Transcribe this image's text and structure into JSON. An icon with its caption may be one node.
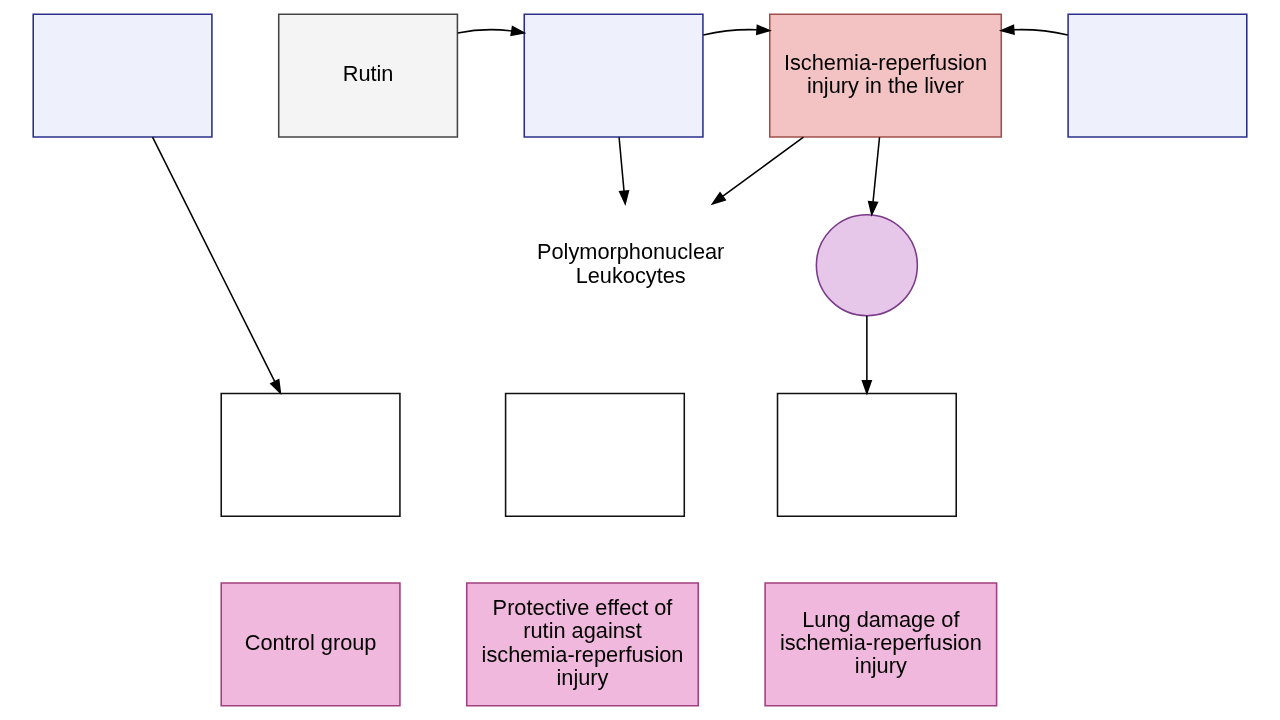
{
  "diagram": {
    "nodes": [
      {
        "text": [],
        "shape": "box"
      },
      {
        "text": [
          "Rutin"
        ]
      },
      {
        "text": [],
        "shape": "box"
      },
      {
        "text": [
          "Ischemia-reperfusion injury in the liver"
        ]
      },
      {
        "text": [],
        "shape": "box"
      },
      {
        "text": [
          "Polymorphonuclear Leukocytes"
        ]
      },
      {
        "text": [],
        "shape": "circle"
      },
      {
        "text": [],
        "shape": "box"
      },
      {
        "text": [],
        "shape": "box"
      },
      {
        "text": [],
        "shape": "box"
      },
      {
        "text": [
          "Control group"
        ]
      },
      {
        "text": [
          "Protective effect of rutin against ischemia-reperfusion injury"
        ]
      },
      {
        "text": [
          "Lung damage of ischemia-reperfusion injury"
        ]
      }
    ],
    "edges": [
      {
        "from": 0,
        "to": 7,
        "arrow": "to"
      },
      {
        "from": 1,
        "to": 2,
        "arrow": "to"
      },
      {
        "from": 2,
        "to": 3,
        "arrow": "to"
      },
      {
        "from": 4,
        "to": 3,
        "arrow": "to"
      },
      {
        "from": 2,
        "to": 5,
        "arrow": "to"
      },
      {
        "from": 3,
        "to": 5,
        "arrow": "to"
      },
      {
        "from": 3,
        "to": 6,
        "arrow": "to"
      },
      {
        "from": 6,
        "to": 9,
        "arrow": "to"
      }
    ]
  }
}
